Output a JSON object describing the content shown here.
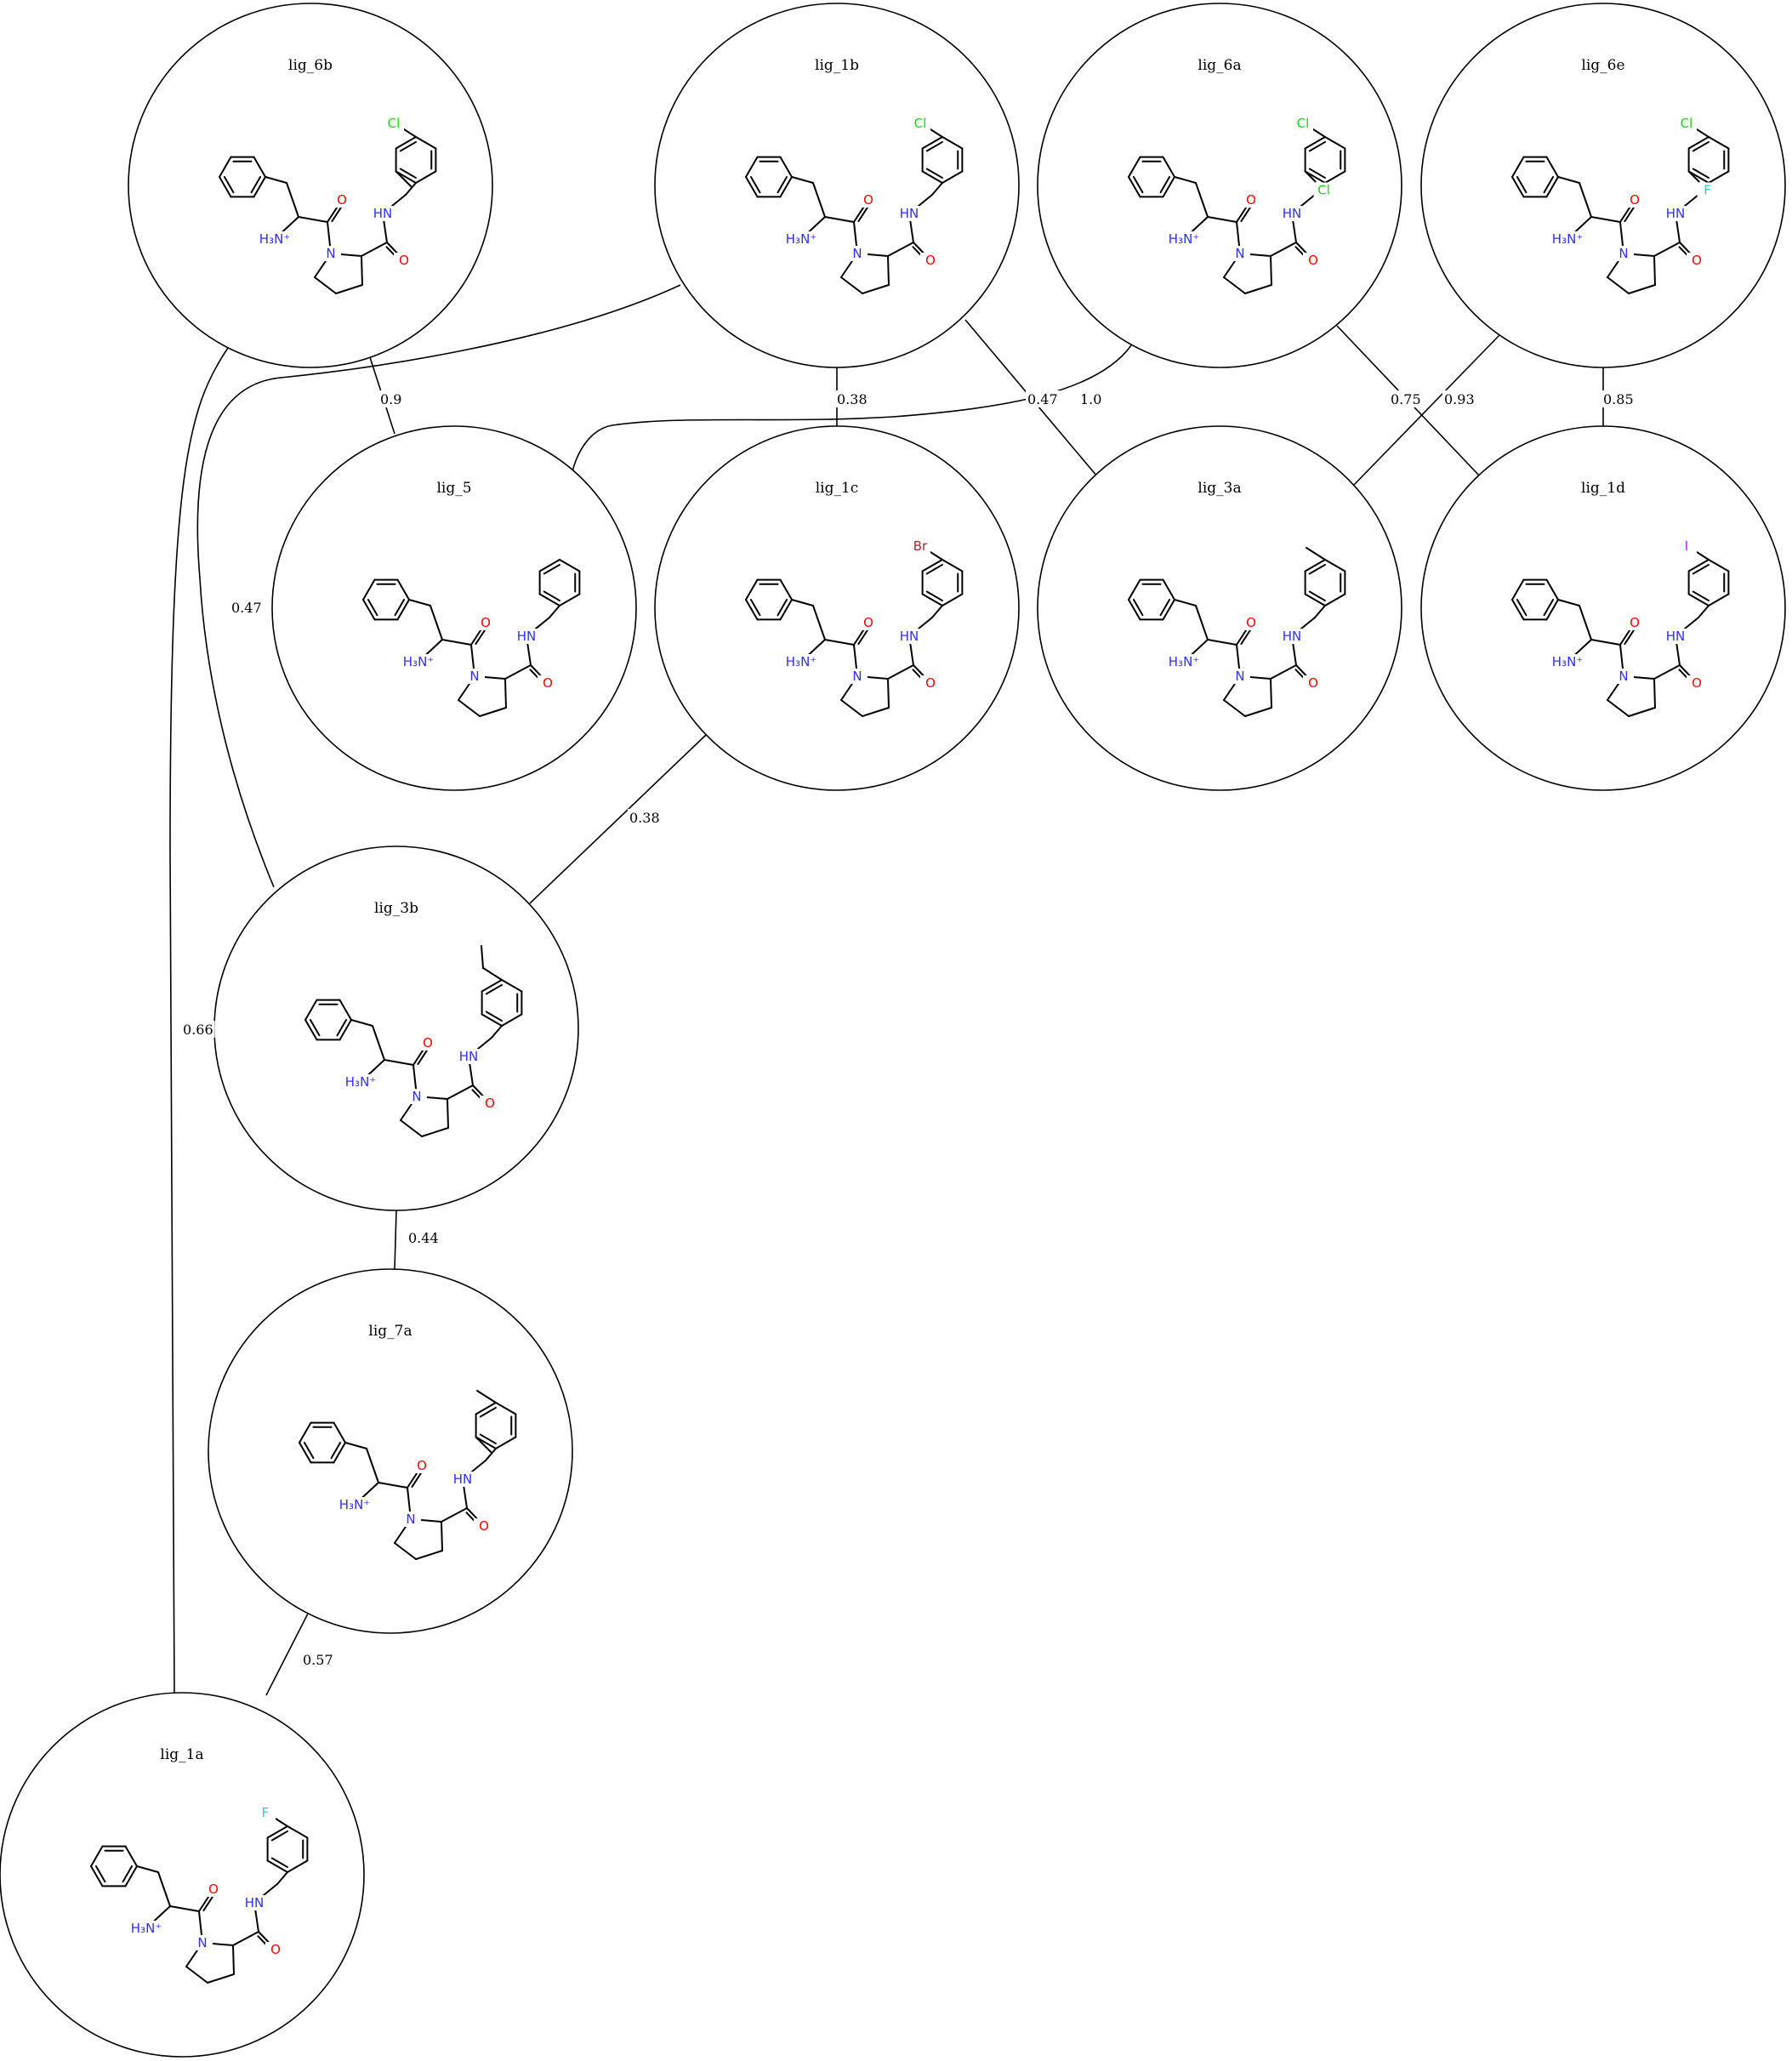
{
  "colors": {
    "background": "#ffffff",
    "line": "#000000",
    "nitrogen": "#2f2fff",
    "oxygen": "#ff0000",
    "chlorine": "#1fd01f",
    "fluorine": "#33cccc",
    "bromine": "#a52a2a",
    "iodine": "#a020f0"
  },
  "graph": {
    "nodes": [
      {
        "id": "lig_6b",
        "label": "lig_6b",
        "substituents": [
          {
            "pos": "meta",
            "group": "Cl"
          },
          {
            "pos": "para2",
            "group": "CH3"
          }
        ]
      },
      {
        "id": "lig_1b",
        "label": "lig_1b",
        "substituents": [
          {
            "pos": "meta",
            "group": "Cl"
          }
        ]
      },
      {
        "id": "lig_6a",
        "label": "lig_6a",
        "substituents": [
          {
            "pos": "meta",
            "group": "Cl"
          },
          {
            "pos": "para2",
            "group": "Cl"
          }
        ]
      },
      {
        "id": "lig_6e",
        "label": "lig_6e",
        "substituents": [
          {
            "pos": "meta",
            "group": "Cl"
          },
          {
            "pos": "para2",
            "group": "F"
          }
        ]
      },
      {
        "id": "lig_5",
        "label": "lig_5",
        "substituents": []
      },
      {
        "id": "lig_1c",
        "label": "lig_1c",
        "substituents": [
          {
            "pos": "meta",
            "group": "Br"
          }
        ]
      },
      {
        "id": "lig_3a",
        "label": "lig_3a",
        "substituents": [
          {
            "pos": "meta",
            "group": "CH3"
          }
        ]
      },
      {
        "id": "lig_1d",
        "label": "lig_1d",
        "substituents": [
          {
            "pos": "meta",
            "group": "I"
          }
        ]
      },
      {
        "id": "lig_3b",
        "label": "lig_3b",
        "substituents": [
          {
            "pos": "meta",
            "group": "C2H5"
          }
        ]
      },
      {
        "id": "lig_7a",
        "label": "lig_7a",
        "substituents": [
          {
            "pos": "meta",
            "group": "CH3"
          },
          {
            "pos": "para2",
            "group": "CH3"
          }
        ]
      },
      {
        "id": "lig_1a",
        "label": "lig_1a",
        "substituents": [
          {
            "pos": "meta",
            "group": "F"
          }
        ]
      }
    ],
    "edges": [
      {
        "source": "lig_6b",
        "target": "lig_5",
        "label": "0.9"
      },
      {
        "source": "lig_1b",
        "target": "lig_1c",
        "label": "0.38"
      },
      {
        "source": "lig_1b",
        "target": "lig_3a",
        "label": "0.47"
      },
      {
        "source": "lig_6a",
        "target": "lig_5",
        "label": "1.0"
      },
      {
        "source": "lig_6a",
        "target": "lig_1d",
        "label": "0.75"
      },
      {
        "source": "lig_6e",
        "target": "lig_3a",
        "label": "0.93"
      },
      {
        "source": "lig_6e",
        "target": "lig_1d",
        "label": "0.85"
      },
      {
        "source": "lig_1b",
        "target": "lig_3b",
        "label": "0.47"
      },
      {
        "source": "lig_1c",
        "target": "lig_3b",
        "label": "0.38"
      },
      {
        "source": "lig_6b",
        "target": "lig_1a",
        "label": "0.66"
      },
      {
        "source": "lig_3b",
        "target": "lig_7a",
        "label": "0.44"
      },
      {
        "source": "lig_7a",
        "target": "lig_1a",
        "label": "0.57"
      }
    ]
  }
}
